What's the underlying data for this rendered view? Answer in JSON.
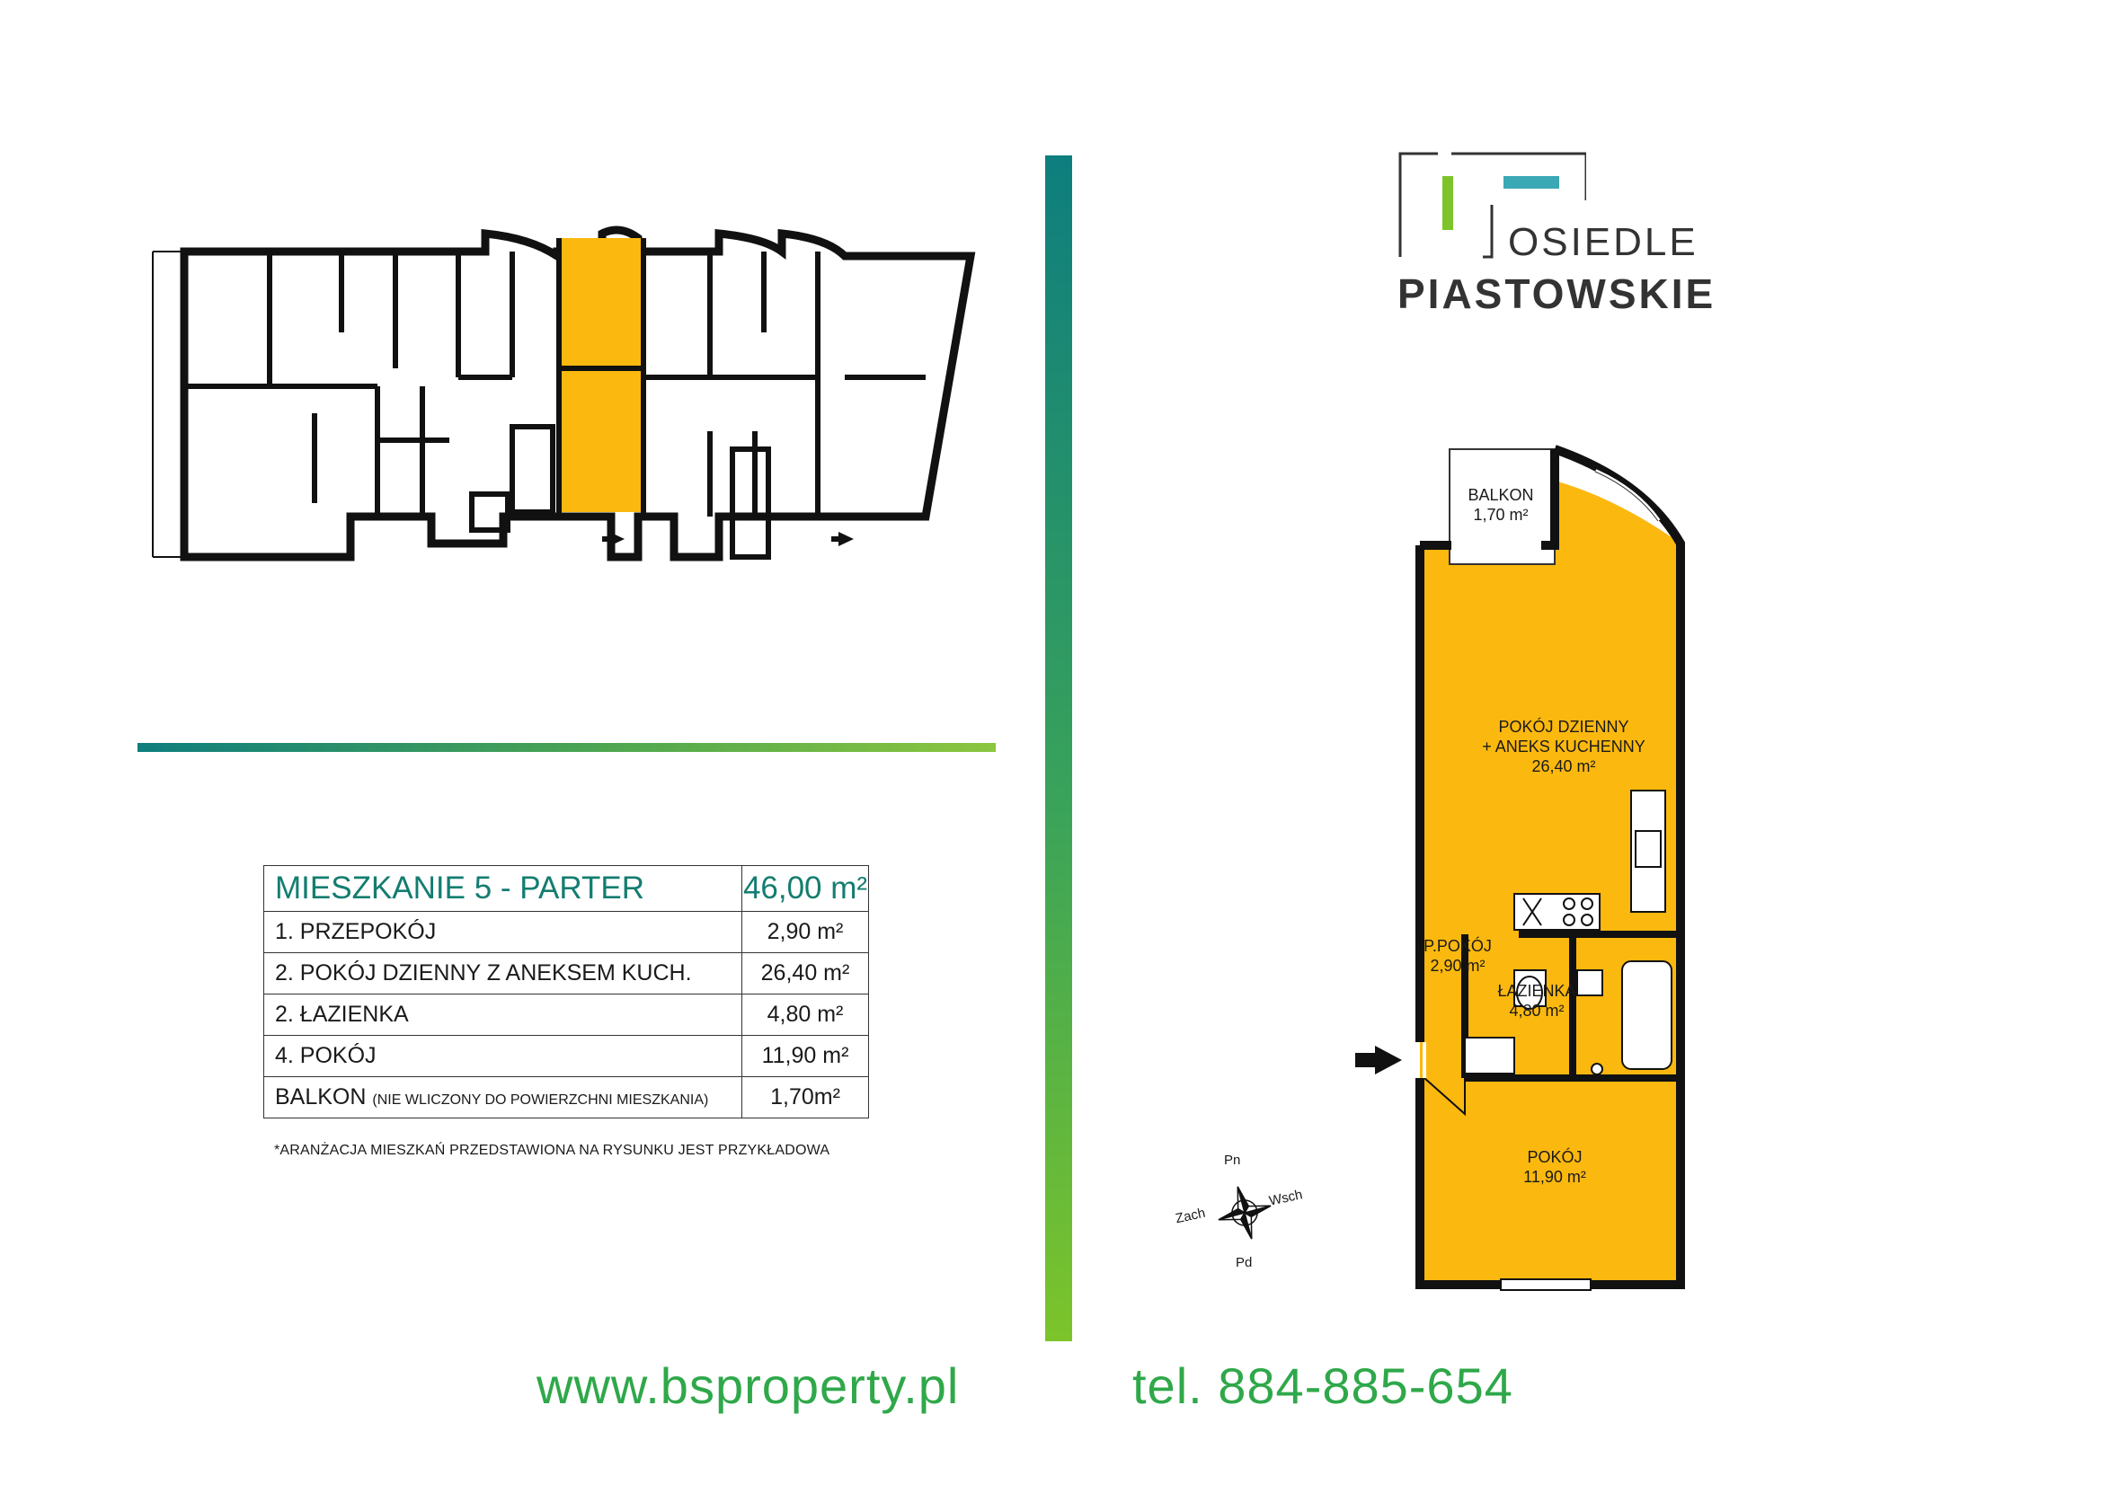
{
  "brand": {
    "line1": "OSIEDLE",
    "line2": "PIASTOWSKIE"
  },
  "unit": {
    "title": "MIESZKANIE 5 - PARTER",
    "total_area": "46,00 m²",
    "rows": [
      {
        "label": "1. PRZEPOKÓJ",
        "note": "",
        "area": "2,90 m²"
      },
      {
        "label": "2. POKÓJ DZIENNY Z ANEKSEM KUCH.",
        "note": "",
        "area": "26,40 m²"
      },
      {
        "label": "2. ŁAZIENKA",
        "note": "",
        "area": "4,80 m²"
      },
      {
        "label": "4. POKÓJ",
        "note": "",
        "area": "11,90 m²"
      },
      {
        "label": "BALKON",
        "note": "(NIE WLICZONY DO POWIERZCHNI MIESZKANIA)",
        "area": "1,70m²"
      }
    ],
    "disclaimer": "*ARANŻACJA MIESZKAŃ PRZEDSTAWIONA NA RYSUNKU JEST PRZYKŁADOWA"
  },
  "floorplan": {
    "balkon": {
      "name": "BALKON",
      "area": "1,70 m²"
    },
    "living": {
      "name1": "POKÓJ DZIENNY",
      "name2": "+ ANEKS KUCHENNY",
      "area": "26,40 m²"
    },
    "hall": {
      "name": "P.POKÓJ",
      "area": "2,90 m²"
    },
    "bath": {
      "name": "ŁAZIENKA",
      "area": "4,80 m²"
    },
    "room": {
      "name": "POKÓJ",
      "area": "11,90 m²"
    }
  },
  "compass": {
    "n": "Pn",
    "s": "Pd",
    "w": "Zach",
    "e": "Wsch"
  },
  "footer": {
    "website": "www.bsproperty.pl",
    "phone": "tel. 884-885-654"
  },
  "colors": {
    "highlight": "#fbb80f",
    "brand_green": "#2fa84a",
    "teal": "#0e7e7e",
    "lime": "#8cc63f"
  }
}
